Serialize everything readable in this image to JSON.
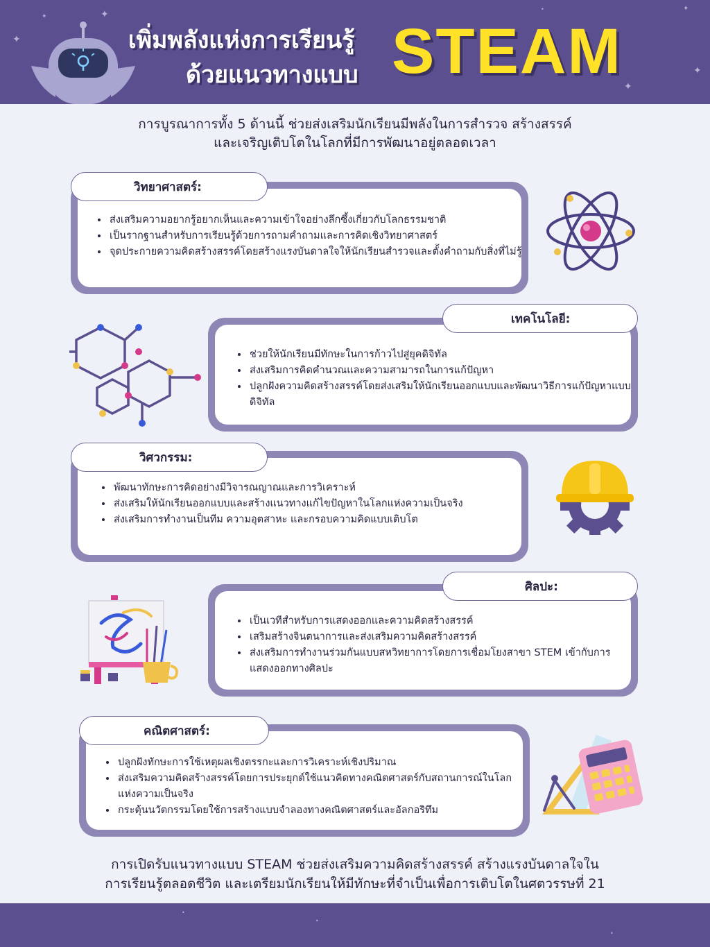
{
  "header": {
    "title_line1": "เพิ่มพลังแห่งการเรียนรู้",
    "title_line2": "ด้วยแนวทางแบบ",
    "title_brand": "STEAM"
  },
  "intro": {
    "line1": "การบูรณาการทั้ง 5 ด้านนี้ ช่วยส่งเสริมนักเรียนมีพลังในการสำรวจ สร้างสรรค์",
    "line2": "และเจริญเติบโตในโลกที่มีการพัฒนาอยู่ตลอดเวลา"
  },
  "sections": [
    {
      "title": "วิทยาศาสตร์:",
      "icon": "atom-icon",
      "bullets": [
        "ส่งเสริมความอยากรู้อยากเห็นและความเข้าใจอย่างลึกซึ้งเกี่ยวกับโลกธรรมชาติ",
        "เป็นรากฐานสำหรับการเรียนรู้ด้วยการถามคำถามและการคิดเชิงวิทยาศาสตร์",
        "จุดประกายความคิดสร้างสรรค์โดยสร้างแรงบันดาลใจให้นักเรียนสำรวจและตั้งคำถามกับสิ่งที่ไม่รู้"
      ]
    },
    {
      "title": "เทคโนโลยี:",
      "icon": "molecule-network-icon",
      "bullets": [
        "ช่วยให้นักเรียนมีทักษะในการก้าวไปสู่ยุคดิจิทัล",
        "ส่งเสริมการคิดคำนวณและความสามารถในการแก้ปัญหา",
        "ปลูกฝังความคิดสร้างสรรค์โดยส่งเสริมให้นักเรียนออกแบบและพัฒนาวิธีการแก้ปัญหาแบบดิจิทัล"
      ]
    },
    {
      "title": "วิศวกรรม:",
      "icon": "helmet-gear-icon",
      "bullets": [
        "พัฒนาทักษะการคิดอย่างมีวิจารณญาณและการวิเคราะห์",
        "ส่งเสริมให้นักเรียนออกแบบและสร้างแนวทางแก้ไขปัญหาในโลกแห่งความเป็นจริง",
        "ส่งเสริมการทำงานเป็นทีม ความอุตสาหะ และกรอบความคิดแบบเติบโต"
      ]
    },
    {
      "title": "ศิลปะ:",
      "icon": "easel-paint-icon",
      "bullets": [
        "เป็นเวทีสำหรับการแสดงออกและความคิดสร้างสรรค์",
        "เสริมสร้างจินตนาการและส่งเสริมความคิดสร้างสรรค์",
        "ส่งเสริมการทำงานร่วมกันแบบสหวิทยาการโดยการเชื่อมโยงสาขา STEM เข้ากับการแสดงออกทางศิลปะ"
      ]
    },
    {
      "title": "คณิตศาสตร์:",
      "icon": "calculator-tools-icon",
      "bullets": [
        "ปลูกฝังทักษะการใช้เหตุผลเชิงตรรกะและการวิเคราะห์เชิงปริมาณ",
        "ส่งเสริมความคิดสร้างสรรค์โดยการประยุกต์ใช้แนวคิดทางคณิตศาสตร์กับสถานการณ์ในโลกแห่งความเป็นจริง",
        "กระตุ้นนวัตกรรมโดยใช้การสร้างแบบจำลองทางคณิตศาสตร์และอัลกอริทึม"
      ]
    }
  ],
  "outro": {
    "line1": "การเปิดรับแนวทางแบบ STEAM ช่วยส่งเสริมความคิดสร้างสรรค์ สร้างแรงบันดาลใจใน",
    "line2": "การเรียนรู้ตลอดชีวิต และเตรียมนักเรียนให้มีทักษะที่จำเป็นเพื่อการเติบโตในศตวรรษที่ 21"
  },
  "colors": {
    "header_bg": "#5b4f8f",
    "frame": "#8e86b4",
    "brand_yellow": "#ffe227",
    "page_bg": "#eef2f8"
  }
}
